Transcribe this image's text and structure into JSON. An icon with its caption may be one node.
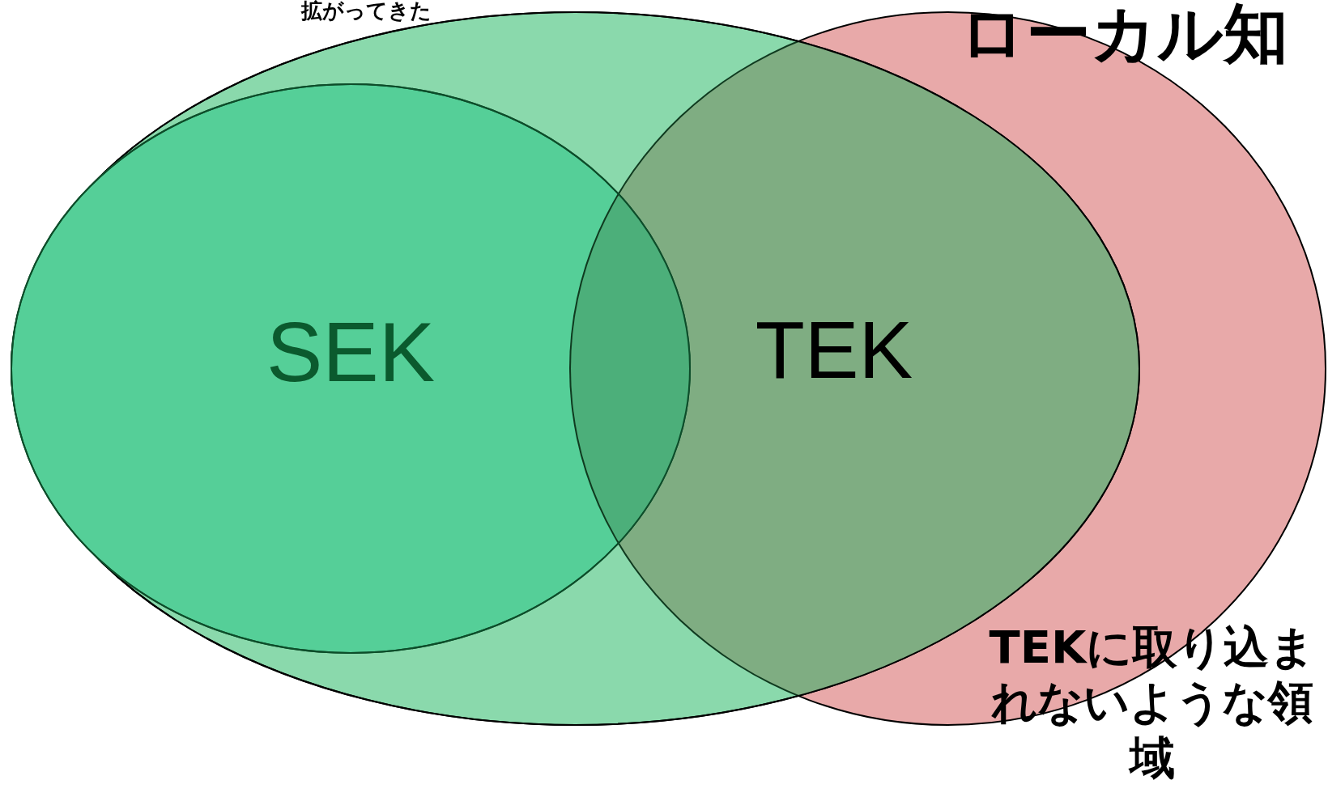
{
  "diagram": {
    "nodes": [
      {
        "text": [],
        "shape": "ellipse"
      },
      {
        "text": [
          "SEK"
        ],
        "in": 0
      },
      {
        "text": [
          "ローカル知"
        ],
        "beside": [
          "TEKに取り込まれないような領域"
        ]
      }
    ],
    "edges": [],
    "labels": [
      "拡がってきた",
      "TEK"
    ]
  }
}
